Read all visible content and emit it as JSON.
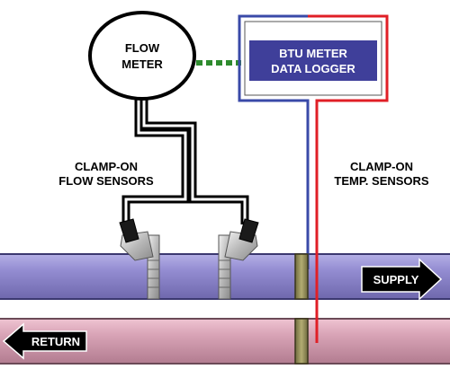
{
  "flow_meter": {
    "line1": "FLOW",
    "line2": "METER"
  },
  "btu_meter": {
    "line1": "BTU METER",
    "line2": "DATA LOGGER"
  },
  "labels": {
    "flow_sensors_line1": "CLAMP-ON",
    "flow_sensors_line2": "FLOW SENSORS",
    "temp_sensors_line1": "CLAMP-ON",
    "temp_sensors_line2": "TEMP. SENSORS"
  },
  "arrows": {
    "supply": "SUPPLY",
    "return": "RETURN"
  },
  "colors": {
    "supply_pipe": "#8e86cc",
    "return_pipe": "#d7a3b6",
    "data_link": "#2e8b2e",
    "btu_box_fill": "#3f3f9a",
    "supply_wire": "#3a4aa8",
    "return_wire": "#e01f26"
  }
}
